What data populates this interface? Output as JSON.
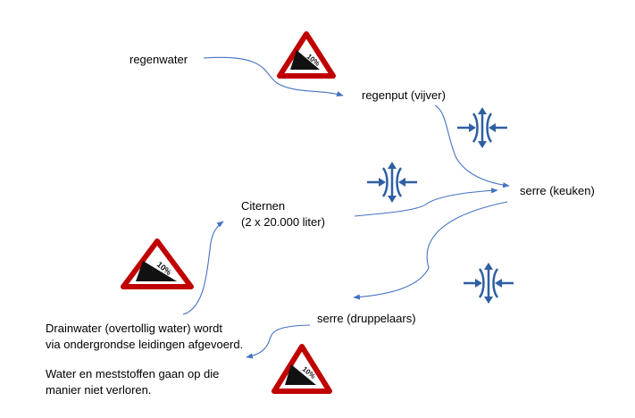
{
  "labels": {
    "regenwater": "regenwater",
    "regenput": "regenput (vijver)",
    "serre_keuken": "serre (keuken)",
    "citernen_line1": "Citernen",
    "citernen_line2": "(2 x 20.000 liter)",
    "serre_druppelaars": "serre (druppelaars)",
    "drainwater_line1": "Drainwater (overtollig water) wordt",
    "drainwater_line2": "via ondergrondse leidingen afgevoerd.",
    "water_line1": "Water en meststoffen gaan op die",
    "water_line2": "manier niet verloren."
  },
  "slope_signs": [
    {
      "text": "10%"
    },
    {
      "text": "10%"
    },
    {
      "text": "10%"
    }
  ],
  "icons": {
    "slope_sign": "slope-warning-sign-icon",
    "exchange": "water-exchange-arrows-icon"
  },
  "colors": {
    "connector": "#4472c4",
    "exchange_icon": "#2e5fa3",
    "sign_border": "#c00000",
    "sign_fill": "#ffffff",
    "slope_fill": "#111111"
  }
}
